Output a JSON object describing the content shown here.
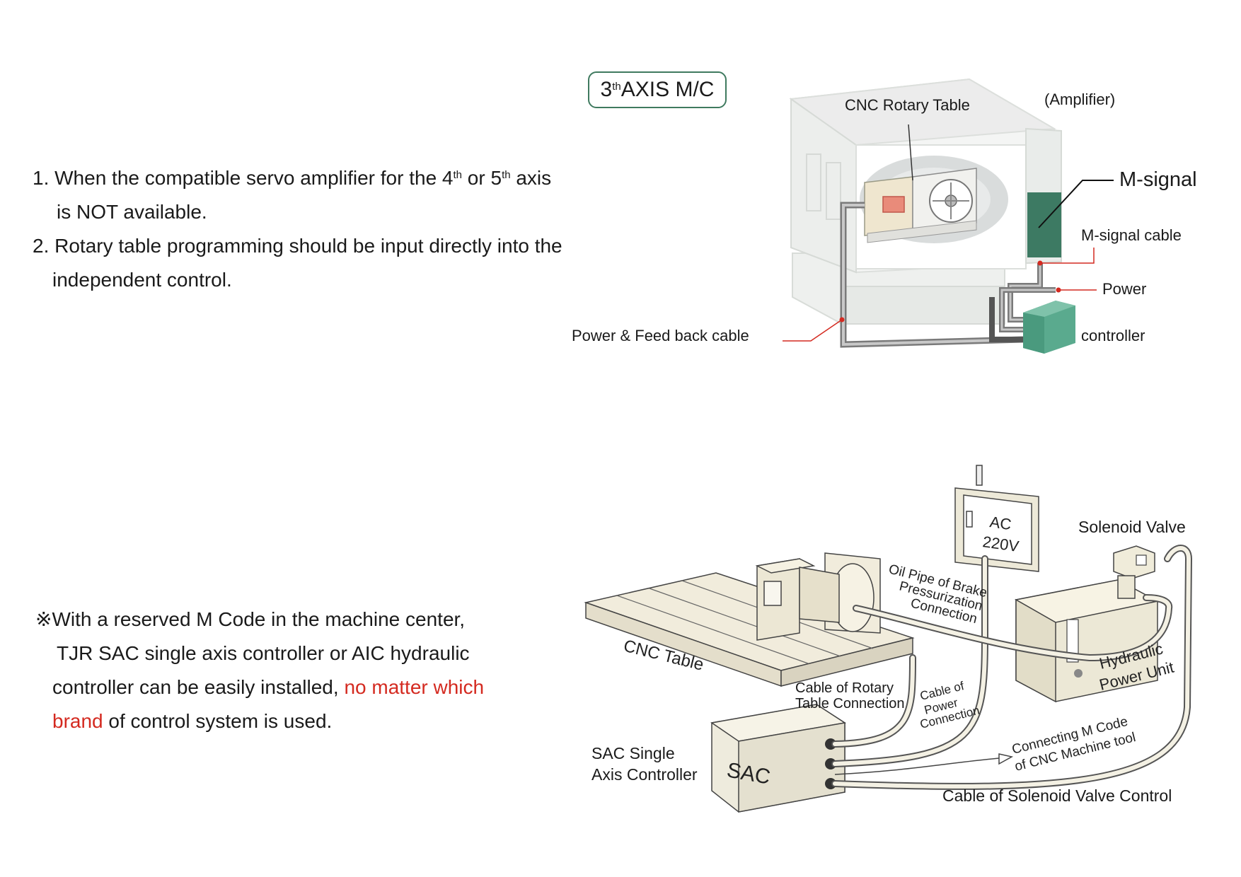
{
  "badge": {
    "prefix": "3",
    "sup": "th",
    "rest": "AXIS M/C"
  },
  "notes": {
    "n1_a": "1. When the compatible servo amplifier for the 4",
    "n1_sup1": "th",
    "n1_b": " or 5",
    "n1_sup2": "th",
    "n1_c": " axis",
    "n1_line2": "is NOT available.",
    "n2_line1": "2. Rotary table programming should be input directly into the",
    "n2_line2": "independent control."
  },
  "remark": {
    "line1": "※With a reserved M Code in the machine center,",
    "line2": "TJR SAC single axis controller or AIC hydraulic",
    "line3_a": "controller can be easily installed, ",
    "line3_red": "no matter which",
    "line4_red": "brand",
    "line4_b": " of control system is used."
  },
  "top_diagram": {
    "cnc_rotary_table": "CNC Rotary Table",
    "amplifier": "(Amplifier)",
    "m_signal": "M-signal",
    "m_signal_cable": "M-signal cable",
    "power": "Power",
    "controller": "controller",
    "power_feedback_cable": "Power & Feed back cable"
  },
  "bottom_diagram": {
    "ac_line1": "AC",
    "ac_line2": "220V",
    "solenoid_valve": "Solenoid Valve",
    "oil_pipe_1": "Oil Pipe of Brake",
    "oil_pipe_2": "Pressurization",
    "oil_pipe_3": "Connection",
    "cnc_table": "CNC Table",
    "hydraulic_1": "Hydraulic",
    "hydraulic_2": "Power Unit",
    "cable_rotary_1": "Cable of Rotary",
    "cable_rotary_2": "Table Connection",
    "cable_power_1": "Cable of",
    "cable_power_2": "Power",
    "cable_power_3": "Connection",
    "connecting_1": "Connecting M Code",
    "connecting_2": "of CNC  Machine tool",
    "sac_label_1": "SAC Single",
    "sac_label_2": "Axis Controller",
    "sac_box": "SAC",
    "solenoid_cable": "Cable of Solenoid Valve Control"
  },
  "colors": {
    "accent_green": "#3f7a5f",
    "controller_green": "#5aaa8e",
    "amp_green": "#3d7a63",
    "red": "#d42a20"
  }
}
